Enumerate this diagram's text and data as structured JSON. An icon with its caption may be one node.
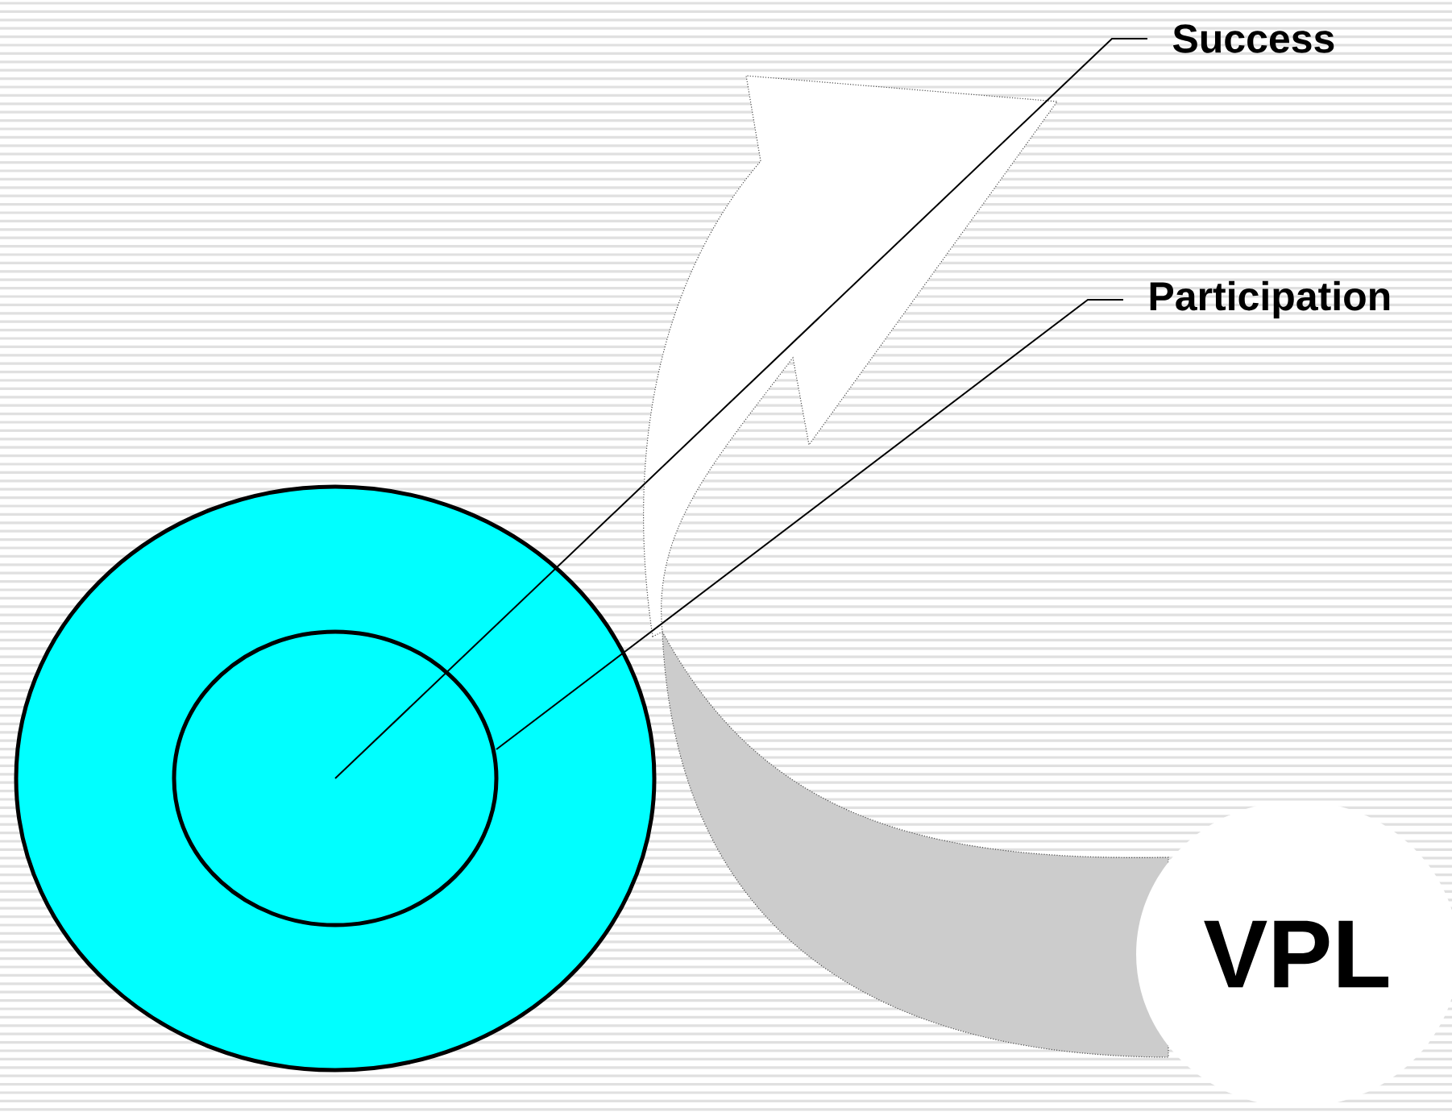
{
  "diagram": {
    "nodes": [
      {
        "text": [],
        "shape": "circle"
      },
      {
        "text": [],
        "shape": "circle",
        "in": 0
      },
      {
        "text": [
          "Success"
        ]
      },
      {
        "text": [
          "Participation"
        ]
      },
      {
        "text": [
          "VPL"
        ]
      }
    ],
    "edges": [
      {
        "from": 2,
        "to": 1,
        "arrow": "none"
      },
      {
        "from": 3,
        "to": 0,
        "arrow": "none"
      }
    ]
  }
}
